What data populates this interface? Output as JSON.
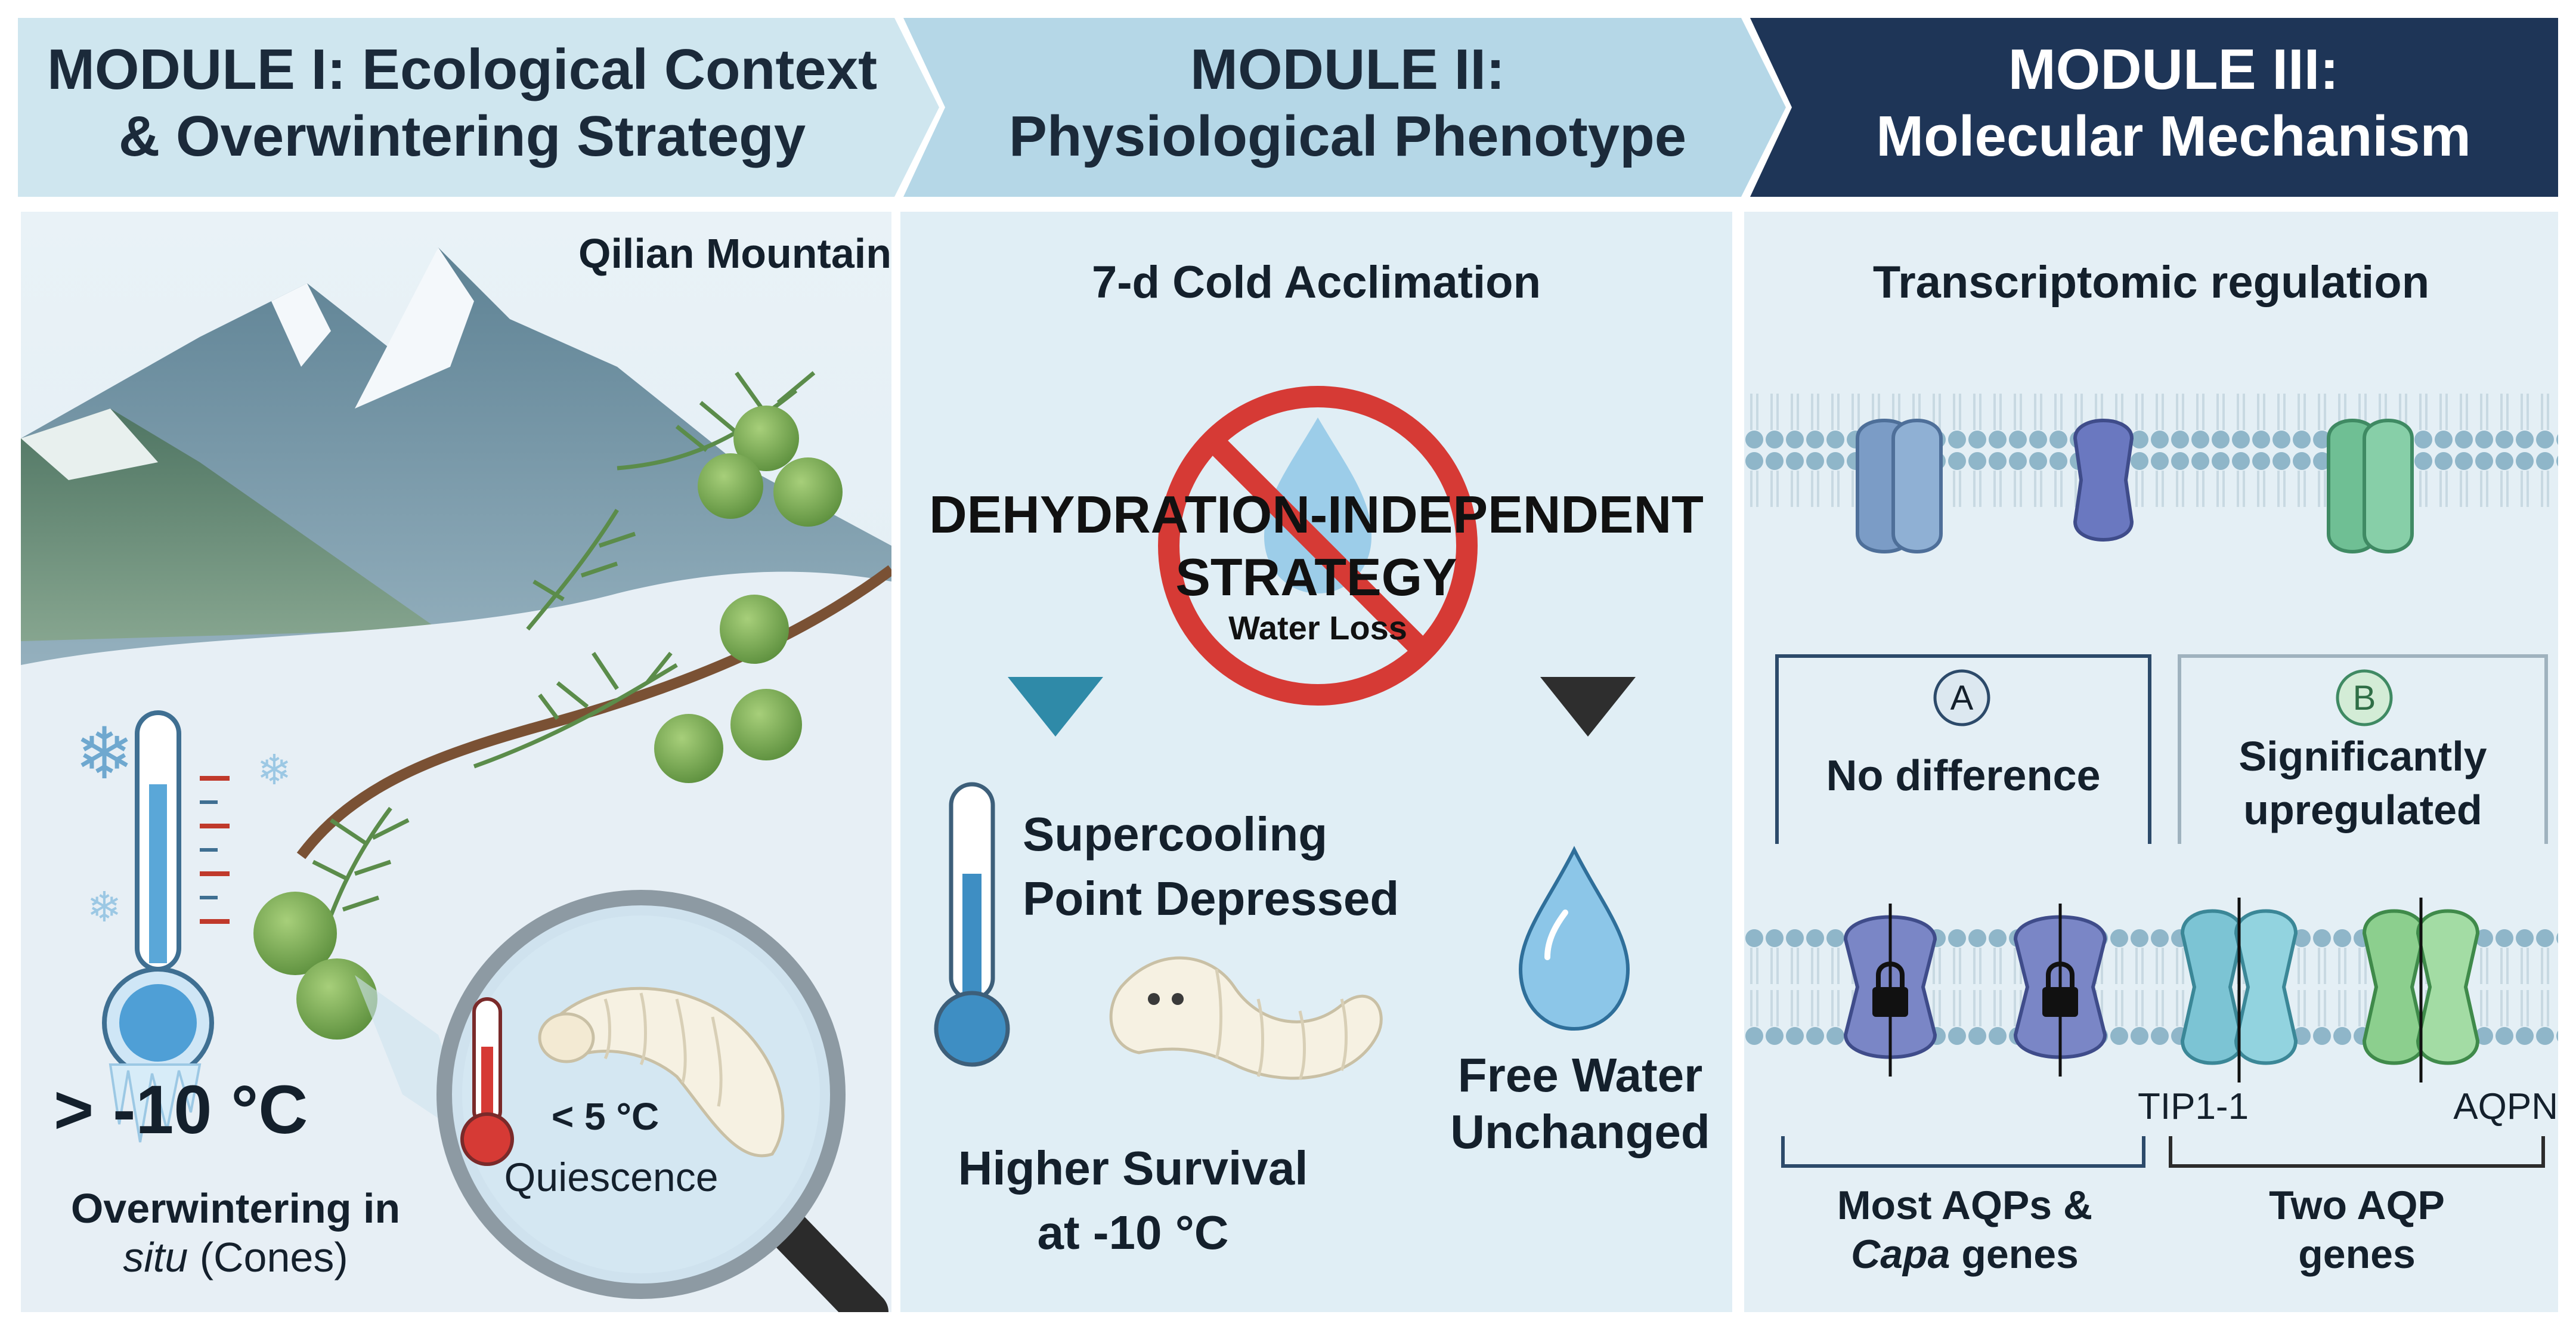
{
  "module1": {
    "header_line1": "MODULE I: Ecological Context",
    "header_line2": "& Overwintering Strategy",
    "location": "Qilian Mountain",
    "temperature": "> -10 °C",
    "caption_line1": "Overwintering in",
    "caption_italic": "situ",
    "caption_rest": " (Cones)",
    "magnifier_temp": "< 5 °C",
    "magnifier_state": "Quiescence"
  },
  "module2": {
    "header_line1": "MODULE II:",
    "header_line2": "Physiological Phenotype",
    "title": "7-d Cold Acclimation",
    "strategy_line1": "DEHYDRATION-INDEPENDENT",
    "strategy_line2": "STRATEGY",
    "no_symbol_label": "Water Loss",
    "scp_line1": "Supercooling",
    "scp_line2": "Point Depressed",
    "survival_line1": "Higher Survival",
    "survival_line2": "at -10 °C",
    "water_line1": "Free Water",
    "water_line2": "Unchanged"
  },
  "module3": {
    "header_line1": "MODULE III:",
    "header_line2": "Molecular Mechanism",
    "title": "Transcriptomic regulation",
    "badge_a": "A",
    "badge_b": "B",
    "box_a_text": "No difference",
    "box_b_line1": "Significantly",
    "box_b_line2": "upregulated",
    "gene1": "TIP1-1",
    "gene2": "AQPN",
    "bottom_a_line1": "Most AQPs &",
    "bottom_a_italic": "Capa",
    "bottom_a_rest": " genes",
    "bottom_b_line1": "Two AQP",
    "bottom_b_line2": "genes"
  },
  "colors": {
    "header1": "#cfe6ef",
    "header2": "#b7d8e8",
    "header3": "#1e3557",
    "panel_bg": "#e3eff5",
    "arrow_teal": "#2f8aa8",
    "arrow_dark": "#333333",
    "no_sign_red": "#d63a35",
    "aquaporin_blue": "#6f86c2",
    "aquaporin_green": "#7cc39a"
  }
}
